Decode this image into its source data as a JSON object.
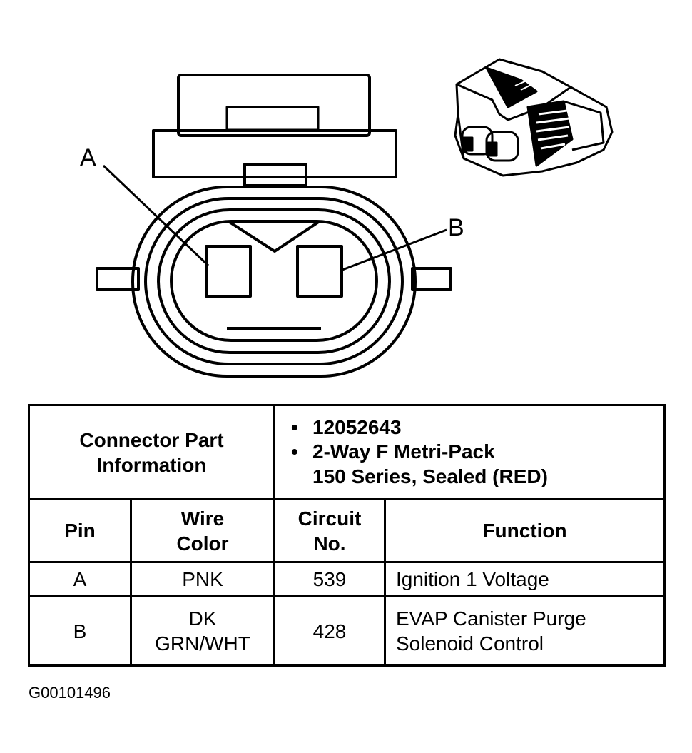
{
  "diagram": {
    "pin_labels": [
      "A",
      "B"
    ]
  },
  "table": {
    "part_info_heading": [
      "Connector Part",
      "Information"
    ],
    "part_info_items": [
      "12052643",
      "2-Way F Metri-Pack"
    ],
    "part_info_item2_line2": "150 Series, Sealed (RED)",
    "bullet_glyph": "•",
    "headers": {
      "pin": "Pin",
      "wire_color": [
        "Wire",
        "Color"
      ],
      "circuit": [
        "Circuit",
        "No."
      ],
      "function": "Function"
    },
    "rows": [
      {
        "pin": "A",
        "wire_color": [
          "PNK"
        ],
        "circuit": "539",
        "function": [
          "Ignition 1 Voltage"
        ]
      },
      {
        "pin": "B",
        "wire_color": [
          "DK",
          "GRN/WHT"
        ],
        "circuit": "428",
        "function": [
          "EVAP Canister Purge",
          "Solenoid Control"
        ]
      }
    ]
  },
  "figure_code": "G00101496"
}
